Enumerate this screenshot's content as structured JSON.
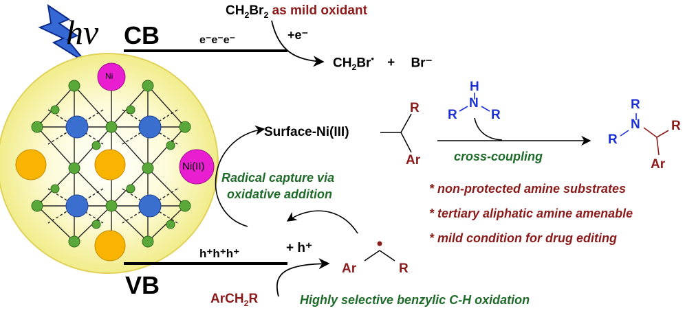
{
  "hv_label": "hv",
  "cb_label": "CB",
  "vb_label": "VB",
  "electrons_label": "e⁻e⁻e⁻",
  "holes_label": "h⁺h⁺h⁺",
  "ni_small_label": "Ni",
  "ni2_label": "Ni(II)",
  "oxidant": {
    "formula_a": "CH",
    "formula_sub2": "2",
    "formula_b": "Br",
    "formula_sub2b": "2",
    "note": "as mild oxidant"
  },
  "plus_e": "+e⁻",
  "products_cb": {
    "a": "CH",
    "sub": "2",
    "b": "Br",
    "dot": "•",
    "plus": "+",
    "br_minus": "Br⁻"
  },
  "surface_ni": "Surface-Ni(III)",
  "r_label": "R",
  "ar_label": "Ar",
  "amine": {
    "h": "H",
    "n": "N",
    "r": "R"
  },
  "coupling_label": "cross-coupling",
  "product": {
    "r": "R",
    "n": "N",
    "ar": "Ar"
  },
  "radical_capture": [
    "Radical capture via",
    "oxidative addition"
  ],
  "features": [
    "* non-protected amine substrates",
    "* tertiary aliphatic amine amenable",
    "* mild condition for drug editing"
  ],
  "plus_h": "+ h⁺",
  "substrate": {
    "a": "ArCH",
    "sub": "2",
    "b": "R"
  },
  "oxidation_label": "Highly selective benzylic C-H oxidation",
  "radical_dot": "•",
  "colors": {
    "red": "#8b1a1a",
    "green": "#1f6b2a",
    "blue": "#1a2fd6",
    "magenta": "#e81ed0",
    "orange": "#f8b400",
    "sphere_blue": "#3a6fd0",
    "node_green": "#5aa83a"
  }
}
